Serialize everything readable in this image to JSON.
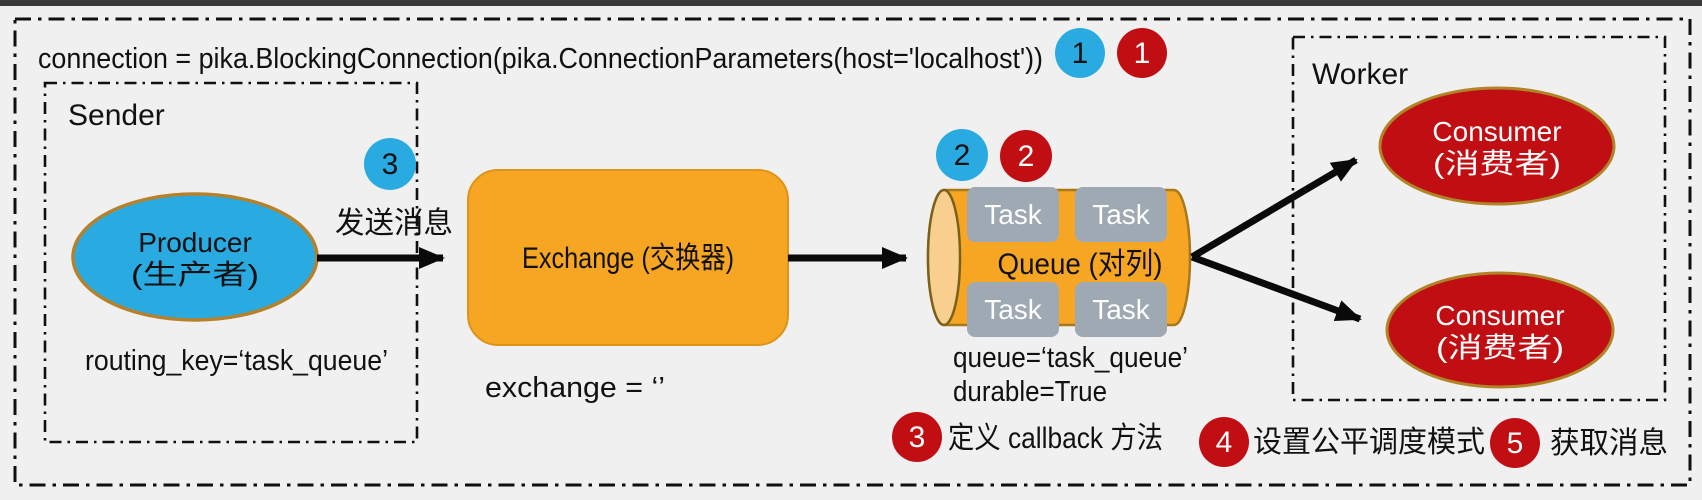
{
  "diagram": {
    "code_line": "connection = pika.BlockingConnection(pika.ConnectionParameters(host='localhost'))",
    "connection_step": {
      "blue_badge": "1",
      "red_badge": "1"
    },
    "sender": {
      "title": "Sender",
      "producer": {
        "line1": "Producer",
        "line2": "(生产者)"
      },
      "routing_key": "routing_key=‘task_queue’"
    },
    "send_step": {
      "badge": "3",
      "label": "发送消息"
    },
    "exchange": {
      "label": "Exchange (交换器)",
      "param": "exchange = ‘’"
    },
    "queue": {
      "blue_badge": "2",
      "red_badge": "2",
      "label": "Queue (对列)",
      "tasks": [
        "Task",
        "Task",
        "Task",
        "Task"
      ],
      "params": {
        "queue": "queue=‘task_queue’",
        "durable": "durable=True"
      }
    },
    "worker": {
      "title": "Worker",
      "consumers": [
        {
          "line1": "Consumer",
          "line2": "(消费者)"
        },
        {
          "line1": "Consumer",
          "line2": "(消费者)"
        }
      ]
    },
    "steps": [
      {
        "badge": "3",
        "label": "定义 callback 方法"
      },
      {
        "badge": "4",
        "label": "设置公平调度模式"
      },
      {
        "badge": "5",
        "label": "获取消息"
      }
    ],
    "colors": {
      "blue": "#29abe2",
      "orange": "#f6a623",
      "orange_light": "#f9cf90",
      "red": "#c00e13",
      "task_gray": "#9fa9b3",
      "background": "#f0f0f1",
      "top_bar": "#3a3a3a",
      "ink": "#111111"
    }
  }
}
